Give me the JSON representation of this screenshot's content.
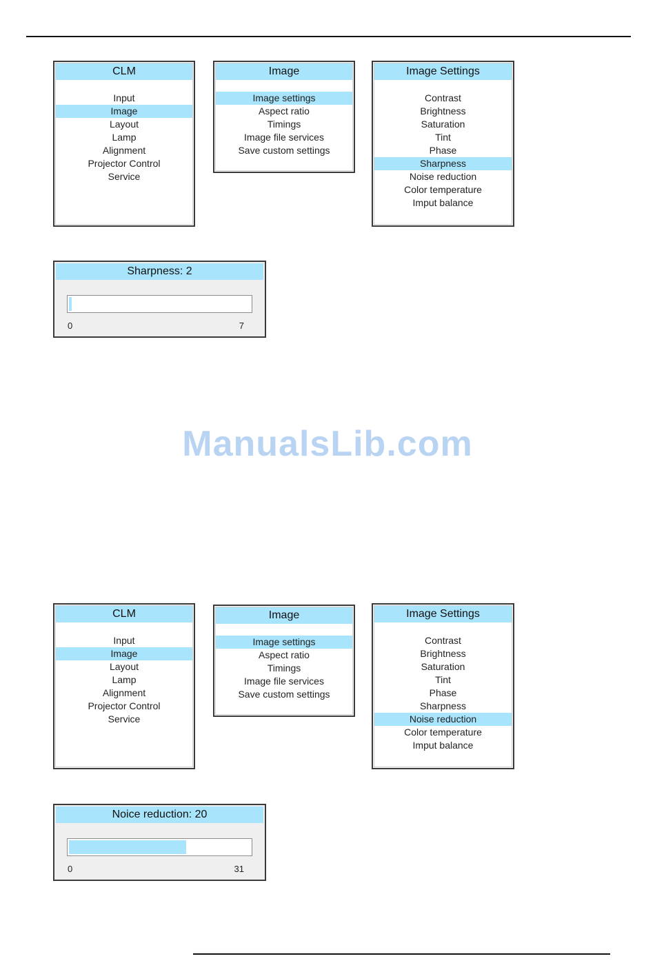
{
  "watermark": "ManualsLib.com",
  "colors": {
    "highlight": "#a8e4fb",
    "border": "#3b3b3b",
    "watermark": "#b9d4f2"
  },
  "groups": [
    {
      "clm": {
        "title": "CLM",
        "items": [
          "Input",
          "Image",
          "Layout",
          "Lamp",
          "Alignment",
          "Projector Control",
          "Service"
        ],
        "selected": 1
      },
      "image": {
        "title": "Image",
        "items": [
          "Image settings",
          "Aspect ratio",
          "Timings",
          "Image file services",
          "Save custom settings"
        ],
        "selected": 0
      },
      "settings": {
        "title": "Image Settings",
        "items": [
          "Contrast",
          "Brightness",
          "Saturation",
          "Tint",
          "Phase",
          "Sharpness",
          "Noise reduction",
          "Color temperature",
          "Imput balance"
        ],
        "selected": 5
      },
      "slider": {
        "title": "Sharpness: 2",
        "min": "0",
        "max": "7",
        "value": 2
      }
    },
    {
      "clm": {
        "title": "CLM",
        "items": [
          "Input",
          "Image",
          "Layout",
          "Lamp",
          "Alignment",
          "Projector Control",
          "Service"
        ],
        "selected": 1
      },
      "image": {
        "title": "Image",
        "items": [
          "Image settings",
          "Aspect ratio",
          "Timings",
          "Image file services",
          "Save custom settings"
        ],
        "selected": 0
      },
      "settings": {
        "title": "Image Settings",
        "items": [
          "Contrast",
          "Brightness",
          "Saturation",
          "Tint",
          "Phase",
          "Sharpness",
          "Noise reduction",
          "Color temperature",
          "Imput balance"
        ],
        "selected": 6
      },
      "slider": {
        "title": "Noice reduction: 20",
        "min": "0",
        "max": "31",
        "value": 20
      }
    }
  ]
}
